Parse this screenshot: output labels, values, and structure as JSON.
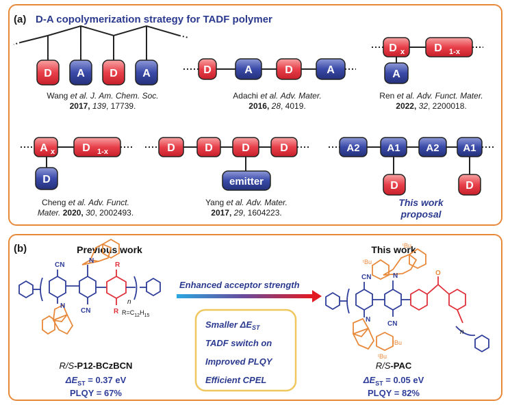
{
  "panel_a": {
    "tag": "(a)",
    "title": "D-A copolymerization strategy for TADF polymer",
    "blocks": {
      "D": "D",
      "A": "A",
      "Dx": "D",
      "Dx_sub": "x",
      "D1x": "D",
      "D1x_sub": "1-x",
      "Ax": "A",
      "Ax_sub": "x",
      "emitter": "emitter",
      "A1": "A1",
      "A2": "A2"
    },
    "citations": [
      {
        "author": "Wang",
        "etal": "et al.",
        "journal": "J. Am. Chem. Soc.",
        "year": "2017,",
        "vol": "139",
        "pages": ", 17739."
      },
      {
        "author": "Adachi",
        "etal": "et al.",
        "journal": "Adv. Mater.",
        "year": "2016,",
        "vol": "28",
        "pages": ", 4019."
      },
      {
        "author": "Ren",
        "etal": "et al.",
        "journal": "Adv. Funct. Mater.",
        "year": "2022,",
        "vol": "32",
        "pages": ", 2200018."
      },
      {
        "author": "Cheng",
        "etal": "et al.",
        "journal": "Adv. Funct.",
        "journal2": "Mater.",
        "year": "2020,",
        "vol": "30",
        "pages": ", 2002493."
      },
      {
        "author": "Yang",
        "etal": "et al.",
        "journal": "Adv. Mater.",
        "year": "2017,",
        "vol": "29",
        "pages": ", 1604223."
      }
    ],
    "this_work": {
      "line1": "This work",
      "line2": "proposal"
    }
  },
  "panel_b": {
    "tag": "(b)",
    "previous": {
      "heading": "Previous work",
      "name_prefix": "R/S",
      "name": "-P12-BCzBCN",
      "r_label": "R=C",
      "r_sub1": "12",
      "r_mid": "H",
      "r_sub2": "15",
      "dest_label": "ΔE",
      "dest_sub": "ST",
      "dest_value": " = 0.37 eV",
      "plqy": "PLQY =  67%"
    },
    "current": {
      "heading": "This work",
      "name_prefix": "R/S",
      "name": "-PAC",
      "dest_label": "ΔE",
      "dest_sub": "ST",
      "dest_value": " = 0.05 eV",
      "plqy": "PLQY =  82%"
    },
    "arrow_label": "Enhanced acceptor strength",
    "features": [
      "Smaller ΔE",
      "TADF switch on",
      "Improved PLQY",
      "Efficient CPEL"
    ],
    "features_sub": "ST",
    "chem": {
      "cn": "CN",
      "n": "N",
      "r": "R",
      "tbu": "ᵗBu",
      "o": "O",
      "n_sub": "n"
    }
  },
  "colors": {
    "orange_border": "#e8893a",
    "donor_red": "#e0303a",
    "acceptor_blue": "#2e3d99",
    "title_blue": "#2b3a8f",
    "polymer_orange": "#e8893a"
  }
}
